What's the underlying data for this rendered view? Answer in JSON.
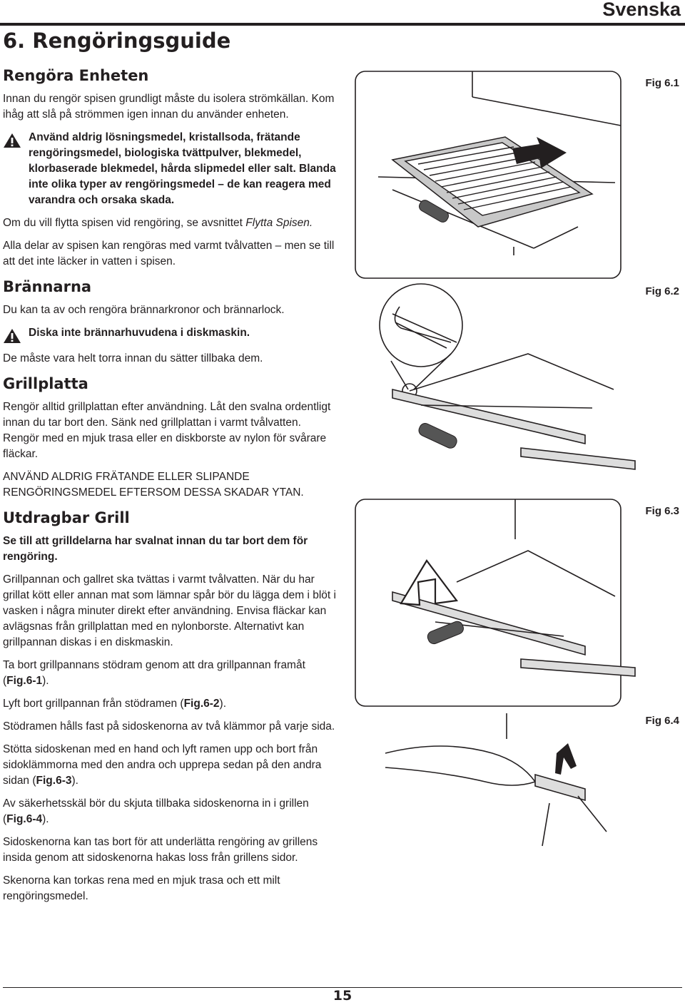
{
  "header": {
    "language": "Svenska",
    "title": "6. Rengöringsguide"
  },
  "sections": {
    "rengora": {
      "heading": "Rengöra Enheten",
      "p1": "Innan du rengör spisen grundligt måste du isolera strömkällan. Kom ihåg att slå på strömmen igen innan du använder enheten.",
      "warning": "Använd aldrig lösningsmedel, kristallsoda, frätande rengöringsmedel, biologiska tvättpulver, blekmedel, klorbaserade blekmedel, hårda slipmedel eller salt. Blanda inte olika typer av rengöringsmedel – de kan reagera med varandra och orsaka skada.",
      "p2_prefix": "Om du vill flytta spisen vid rengöring, se avsnittet ",
      "p2_link": "Flytta Spisen",
      "p2_suffix": ".",
      "p3": "Alla delar av spisen kan rengöras med varmt tvålvatten – men se till att det inte läcker in vatten i spisen."
    },
    "brannarna": {
      "heading": "Brännarna",
      "p1": "Du kan ta av och rengöra brännarkronor och brännarlock.",
      "warning": "Diska inte brännarhuvudena i diskmaskin.",
      "p2": "De måste vara helt torra innan du sätter tillbaka dem."
    },
    "grillplatta": {
      "heading": "Grillplatta",
      "p1": "Rengör alltid grillplattan efter användning. Låt den svalna ordentligt innan du tar bort den. Sänk ned grillplattan i varmt tvålvatten. Rengör med en mjuk trasa eller en diskborste av nylon för svårare fläckar.",
      "p2": "ANVÄND ALDRIG FRÄTANDE ELLER SLIPANDE RENGÖRINGSMEDEL EFTERSOM DESSA SKADAR YTAN."
    },
    "utdragbar": {
      "heading": "Utdragbar Grill",
      "p1": "Se till att grilldelarna har svalnat innan du tar bort dem för rengöring.",
      "p2": "Grillpannan och gallret ska tvättas i varmt tvålvatten. När du har grillat kött eller annan mat som lämnar spår bör du lägga dem i blöt i vasken i några minuter direkt efter användning. Envisa fläckar kan avlägsnas från grillplattan med en nylonborste. Alternativt kan grillpannan diskas i en diskmaskin.",
      "p3_text": "Ta bort grillpannans stödram genom att dra grillpannan framåt (",
      "p3_ref": "Fig.6-1",
      "p3_end": ").",
      "p4_text": "Lyft bort grillpannan från stödramen (",
      "p4_ref": "Fig.6-2",
      "p4_end": ").",
      "p5": "Stödramen hålls fast på sidoskenorna av två klämmor på varje sida.",
      "p6_text": "Stötta sidoskenan med en hand och lyft ramen upp och bort från sidoklämmorna med den andra och upprepa sedan på den andra sidan (",
      "p6_ref": "Fig.6-3",
      "p6_end": ").",
      "p7_text": "Av säkerhetsskäl bör du skjuta tillbaka sidoskenorna in i grillen (",
      "p7_ref": "Fig.6-4",
      "p7_end": ").",
      "p8": "Sidoskenorna kan tas bort för att underlätta rengöring av grillens insida genom att sidoskenorna hakas loss från grillens sidor.",
      "p9": "Skenorna kan torkas rena med en mjuk trasa och ett milt rengöringsmedel."
    }
  },
  "figures": [
    {
      "label": "Fig 6.1",
      "icon": "grill-pan-slide-out-illustration"
    },
    {
      "label": "Fig 6.2",
      "icon": "support-frame-clip-illustration"
    },
    {
      "label": "Fig 6.3",
      "icon": "lift-frame-arrow-illustration"
    },
    {
      "label": "Fig 6.4",
      "icon": "hand-push-rail-illustration"
    }
  ],
  "footer": {
    "page_number": "15"
  }
}
